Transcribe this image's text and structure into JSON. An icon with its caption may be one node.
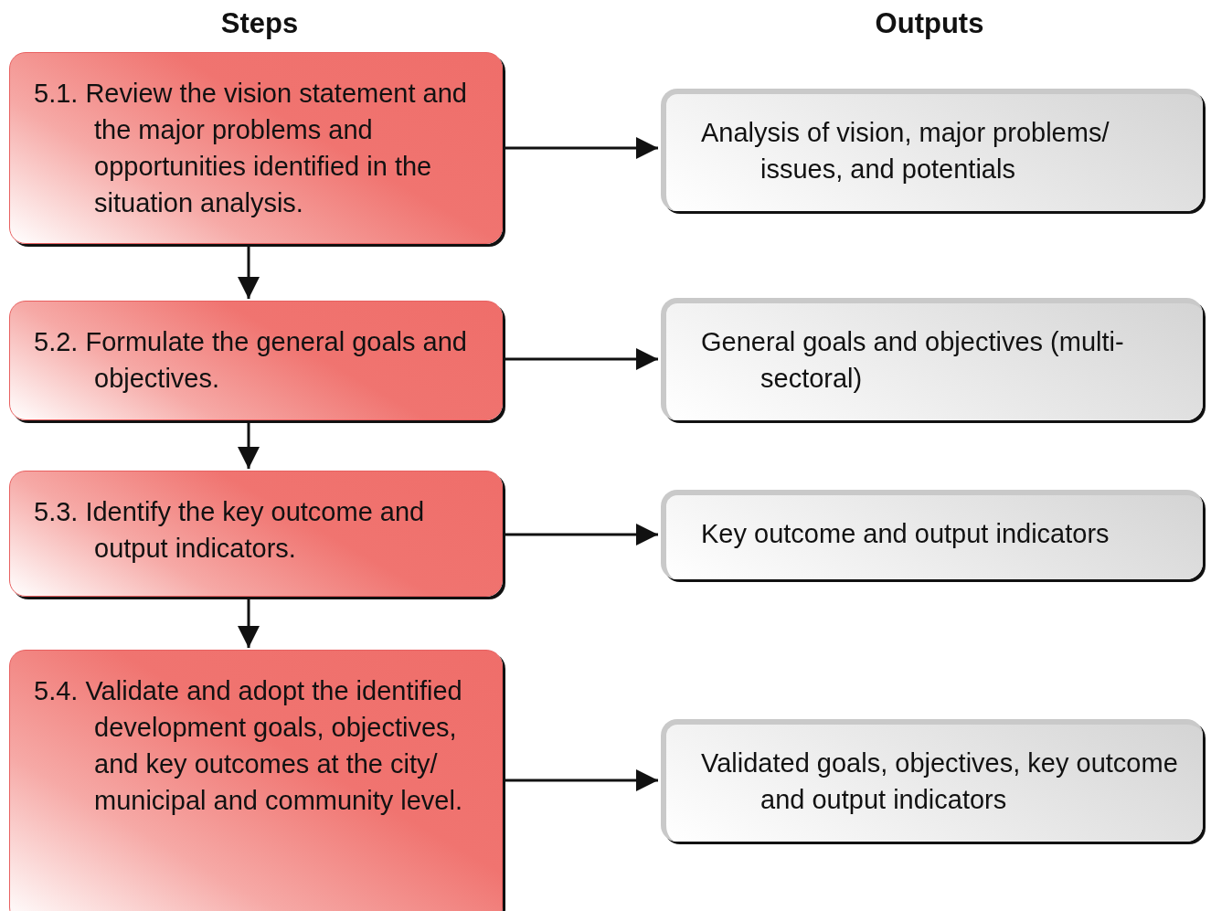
{
  "diagram": {
    "nodes": [
      {
        "text": [
          "5.1. Review the vision statement and the major problems and opportunities identified in the situation analysis."
        ]
      },
      {
        "text": [
          "5.2. Formulate the general goals and objectives."
        ]
      },
      {
        "text": [
          "5.3. Identify the key outcome and output indicators."
        ]
      },
      {
        "text": [
          "5.4. Validate and adopt the identified development goals, objectives, and key outcomes at the city/ municipal and community level."
        ]
      },
      {
        "text": [
          "Analysis of vision, major problems/ issues, and potentials"
        ]
      },
      {
        "text": [
          "General goals and objectives (multi-sectoral)"
        ]
      },
      {
        "text": [
          "Key outcome and output indicators"
        ]
      },
      {
        "text": [
          "Validated goals, objectives, key outcome and output indicators"
        ]
      }
    ],
    "edges": [
      {
        "from": 0,
        "to": 1,
        "arrow": "to"
      },
      {
        "from": 1,
        "to": 2,
        "arrow": "to"
      },
      {
        "from": 2,
        "to": 3,
        "arrow": "to"
      },
      {
        "from": 0,
        "to": 4,
        "arrow": "to"
      },
      {
        "from": 1,
        "to": 5,
        "arrow": "to"
      },
      {
        "from": 2,
        "to": 6,
        "arrow": "to"
      },
      {
        "from": 3,
        "to": 7,
        "arrow": "to"
      }
    ],
    "labels": [
      "Steps",
      "Outputs"
    ]
  }
}
